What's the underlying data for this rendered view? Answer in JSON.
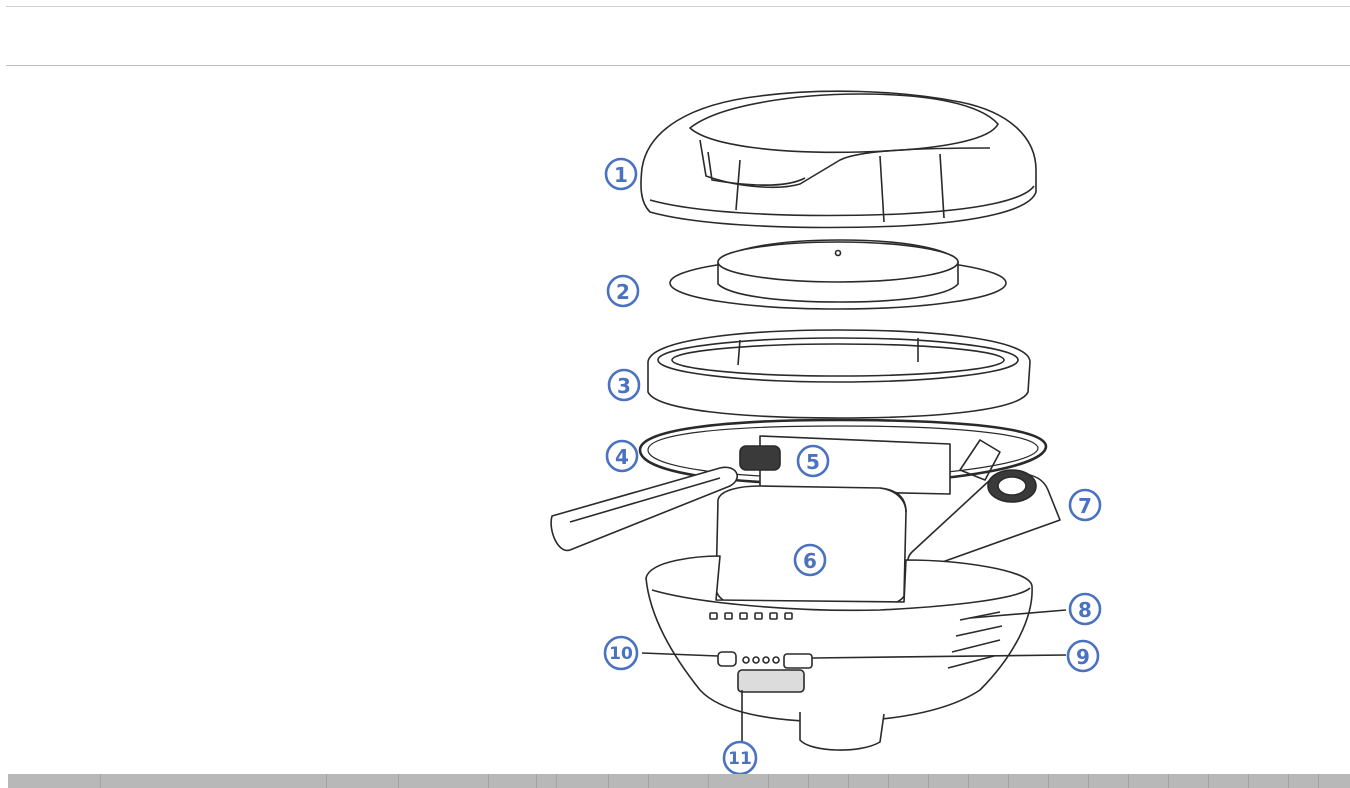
{
  "diagram": {
    "accent_color": "#4a72c0",
    "line_color": "#2a2a2a",
    "callouts": [
      {
        "label": "1"
      },
      {
        "label": "2"
      },
      {
        "label": "3"
      },
      {
        "label": "4"
      },
      {
        "label": "5"
      },
      {
        "label": "6"
      },
      {
        "label": "7"
      },
      {
        "label": "8"
      },
      {
        "label": "9"
      },
      {
        "label": "10"
      },
      {
        "label": "11"
      }
    ]
  }
}
